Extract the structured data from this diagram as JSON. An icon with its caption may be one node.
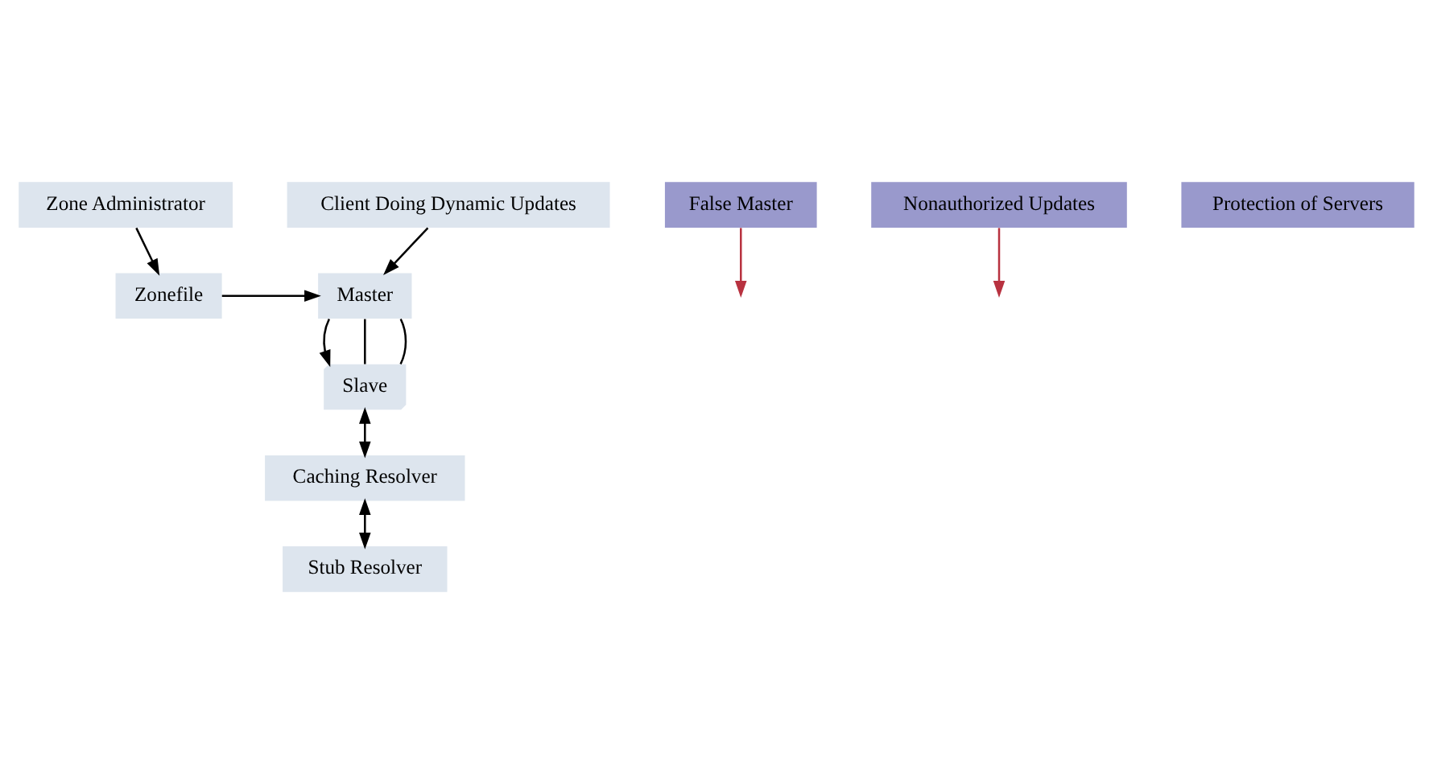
{
  "diagram": {
    "nodes": [
      {
        "text": [
          "Zone Administrator"
        ]
      },
      {
        "text": [
          "Zonefile"
        ]
      },
      {
        "text": [
          "Master"
        ]
      },
      {
        "text": [
          "Slave"
        ]
      },
      {
        "text": [
          "False Master"
        ]
      },
      {
        "text": [
          "Caching Resolver"
        ]
      },
      {
        "text": [
          "Stub Resolver"
        ]
      },
      {
        "text": [
          "Client Doing Dynamic Updates"
        ]
      },
      {
        "text": [
          "Nonauthorized Updates"
        ]
      },
      {
        "text": [
          "Protection of Servers"
        ]
      }
    ],
    "edges": [
      {
        "from": 0,
        "to": 1,
        "arrow": "to"
      },
      {
        "from": 1,
        "to": 2,
        "arrow": "to"
      },
      {
        "from": 7,
        "to": 2,
        "arrow": "to"
      },
      {
        "from": 2,
        "to": 3,
        "arrow": "to"
      },
      {
        "from": 2,
        "to": 3,
        "arrow": "none"
      },
      {
        "from": 2,
        "to": 3,
        "arrow": "none"
      },
      {
        "from": 4,
        "to": null,
        "arrow": "to",
        "color": "#b83240"
      },
      {
        "from": 3,
        "to": 5,
        "arrow": "both"
      },
      {
        "from": 5,
        "to": 6,
        "arrow": "both"
      },
      {
        "from": 8,
        "to": null,
        "arrow": "to",
        "color": "#b83240"
      }
    ]
  }
}
